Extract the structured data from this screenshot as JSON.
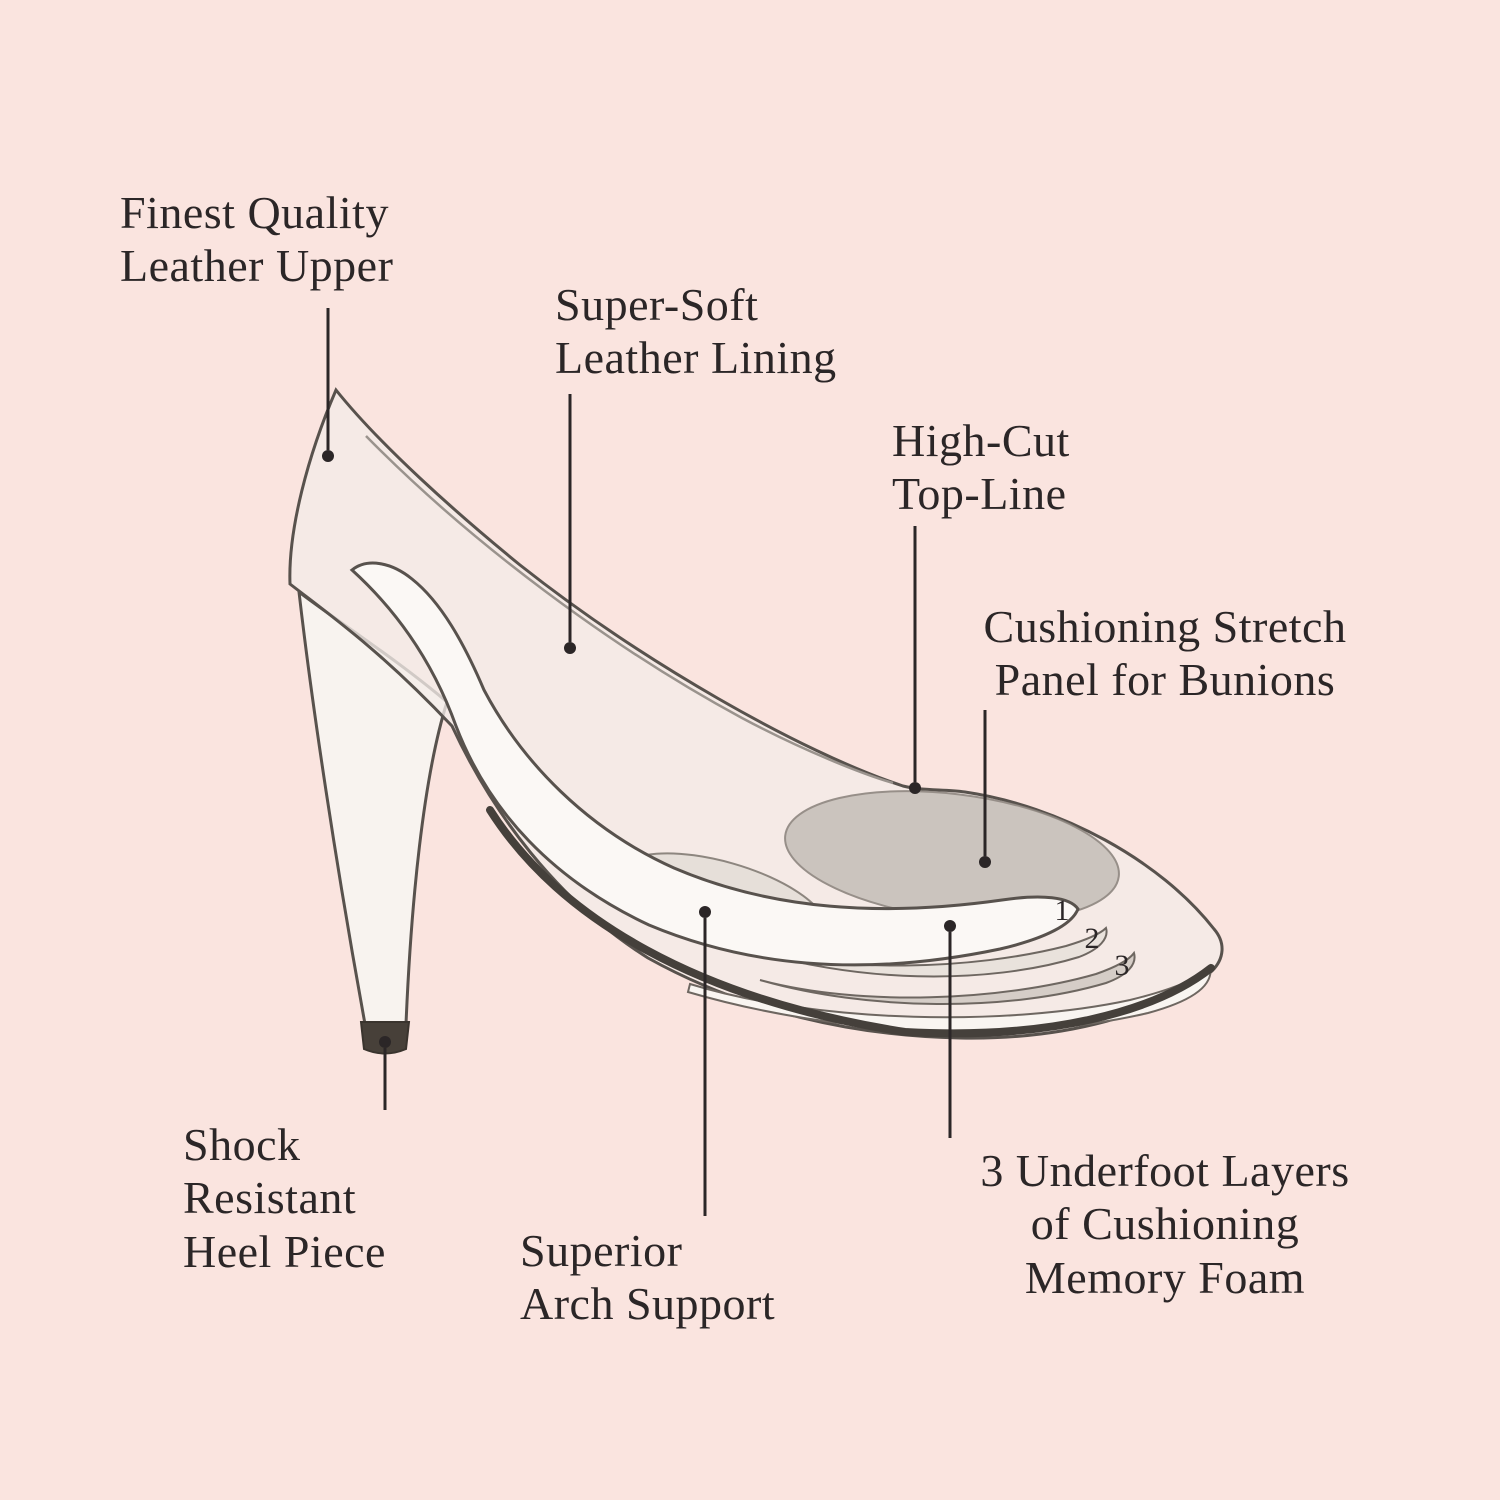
{
  "colors": {
    "background": "#fae4df",
    "ink": "#2b2627",
    "outline": "#58524d",
    "bunion_panel": "#c7c0ba",
    "insole": "#fbf8f5"
  },
  "labels": {
    "finest_quality": "Finest Quality\nLeather Upper",
    "super_soft": "Super-Soft\nLeather Lining",
    "high_cut": "High-Cut\nTop-Line",
    "cushioning_stretch": "Cushioning Stretch\nPanel for Bunions",
    "shock_resistant": "Shock\nResistant\nHeel Piece",
    "arch_support": "Superior\nArch Support",
    "underfoot_layers": "3 Underfoot Layers\nof Cushioning\nMemory Foam"
  },
  "layer_numbers": [
    "1",
    "2",
    "3"
  ]
}
